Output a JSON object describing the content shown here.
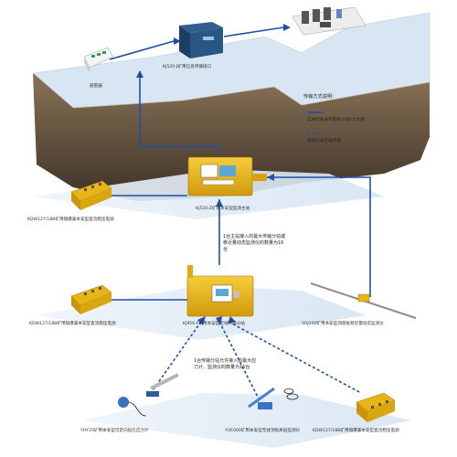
{
  "diagram": {
    "labels": {
      "switch": "避雷器",
      "comm_server": "KJ520-J矿用信息传输接口",
      "main_station": "KJ520-Z矿用本安型监测主站",
      "psu_left_1": "KDW127/18B矿用隔爆兼本安型直流稳压电源",
      "psu_left_2": "KDW127/18B矿用隔爆兼本安型直流稳压电源",
      "substation": "KJ956-F矿用本安型无线传输分站",
      "roof_monitor": "YHJ200矿用本安型顶底板移近量动态监测仪",
      "drill_stress": "YHY25矿用本安型可定向钻孔应力计",
      "anchor_stress": "YUE000矿用本安型无线顶板离层监测仪",
      "psu_bottom": "KDW127/18B矿用隔爆兼本安型直流稳压电源"
    },
    "notes": {
      "note1": "1台主站接入的最大传输分站或移近量动态监测仪的数量为16台",
      "note2": "1台传输分站允许接入的最大应力计、监测仪的数量为16台"
    },
    "legend": {
      "title": "传输方式说明：",
      "solid": "实线代表通讯电缆/光缆/以太网",
      "dashed": "虚线代表无线传输"
    },
    "colors": {
      "line_blue": "#1f4fa8",
      "device_yellow": "#e8b416",
      "ground_top": "#dbe9f5",
      "ground_side": "#6b5a45"
    }
  }
}
